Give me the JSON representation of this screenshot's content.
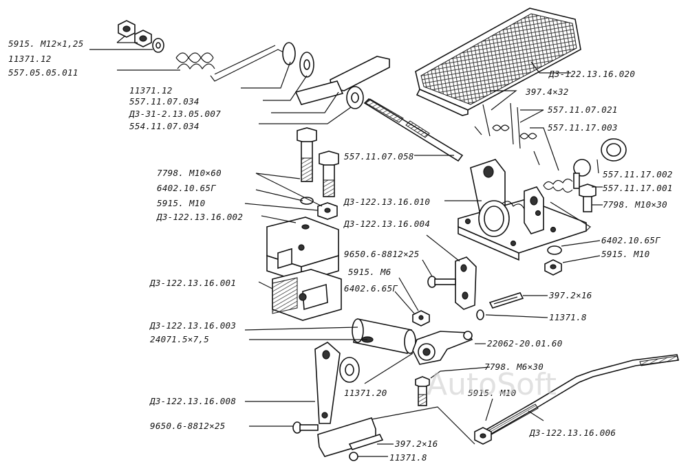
{
  "labels": {
    "l01": "5915. M12×1,25",
    "l02": "11371.12",
    "l03": "557.05.05.011",
    "l04": "11371.12",
    "l05": "557.11.07.034",
    "l06": "ДЗ-31-2.13.05.007",
    "l07": "554.11.07.034",
    "l08": "557.11.07.058",
    "l09": "ДЗ-122.13.16.020",
    "l10": "397.4×32",
    "l11": "557.11.07.021",
    "l12": "557.11.17.003",
    "l13": "557.11.17.002",
    "l14": "557.11.17.001",
    "l15": "7798. M10×30",
    "l16": "7798. M10×60",
    "l17": "6402.10.65Г",
    "l18": "5915. M10",
    "l19": "ДЗ-122.13.16.002",
    "l20": "ДЗ-122.13.16.010",
    "l21": "ДЗ-122.13.16.004",
    "l22": "6402.10.65Г",
    "l23": "5915. M10",
    "l24": "9650.6-8812×25",
    "l25": "5915. M6",
    "l26": "ДЗ-122.13.16.001",
    "l27": "6402.6.65Г",
    "l28": "397.2×16",
    "l29": "11371.8",
    "l30": "ДЗ-122.13.16.003",
    "l31": "24071.5×7,5",
    "l32": "22062-20.01.60",
    "l33": "7798. M6×30",
    "l34": "11371.20",
    "l35": "5915. M10",
    "l36": "ДЗ-122.13.16.008",
    "l37": "9650.6-8812×25",
    "l38": "ДЗ-122.13.16.006",
    "l39": "397.2×16",
    "l40": "11371.8"
  },
  "watermark": "AutoSoft"
}
